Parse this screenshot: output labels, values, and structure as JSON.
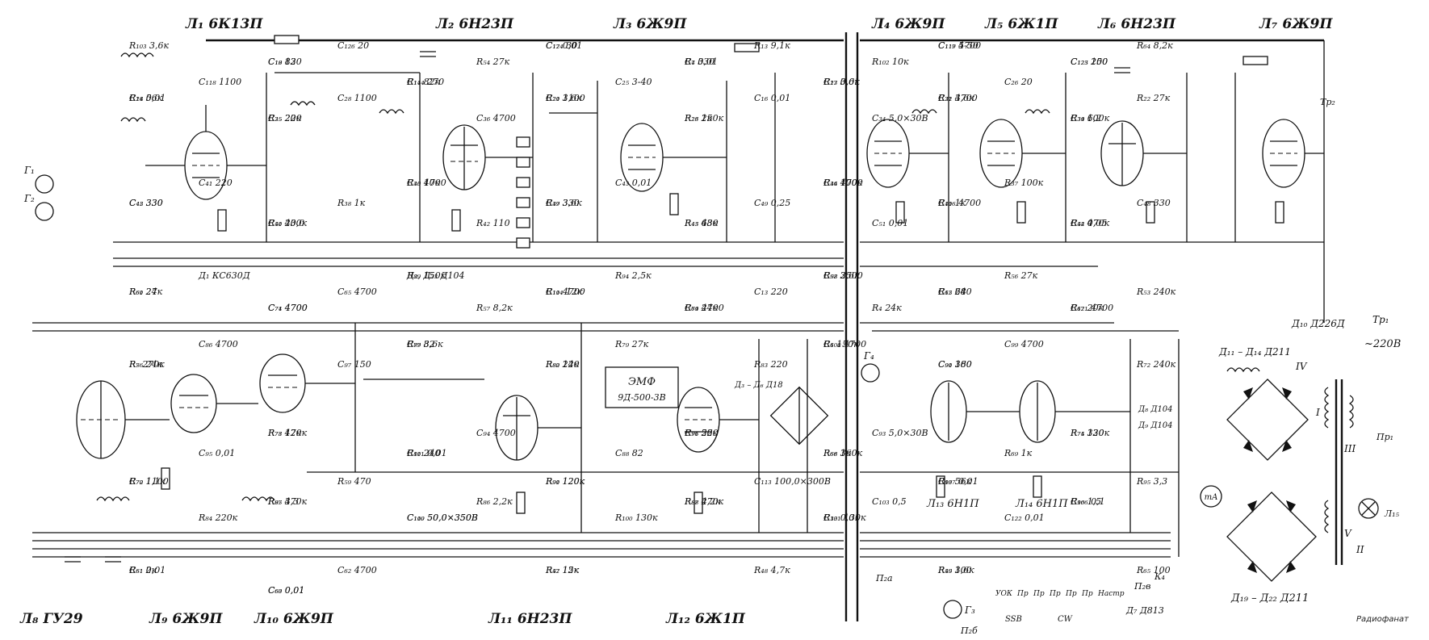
{
  "tubes_top": [
    {
      "id": "L1",
      "label": "Л₁ 6К13П"
    },
    {
      "id": "L2",
      "label": "Л₂ 6Н23П"
    },
    {
      "id": "L3",
      "label": "Л₃ 6Ж9П"
    },
    {
      "id": "L4",
      "label": "Л₄ 6Ж9П"
    },
    {
      "id": "L5",
      "label": "Л₅ 6Ж1П"
    },
    {
      "id": "L6",
      "label": "Л₆ 6Н23П"
    },
    {
      "id": "L7",
      "label": "Л₇ 6Ж9П"
    }
  ],
  "tubes_bottom": [
    {
      "id": "L8",
      "label": "Л₈ ГУ29"
    },
    {
      "id": "L9",
      "label": "Л₉ 6Ж9П"
    },
    {
      "id": "L10",
      "label": "Л₁₀ 6Ж9П"
    },
    {
      "id": "L11",
      "label": "Л₁₁ 6Н23П"
    },
    {
      "id": "L12",
      "label": "Л₁₂ 6Ж1П"
    }
  ],
  "tubes_inner": [
    {
      "id": "L13",
      "label": "Л₁₃ 6Н1П"
    },
    {
      "id": "L14",
      "label": "Л₁₄ 6Н1П"
    }
  ],
  "components": [
    "R₁₀₃ 3,6к",
    "C₁₂₆ 20",
    "C₁₇ 0,01",
    "C₁₂₄ 30",
    "R₁₃ 9,1к",
    "C₁₁₇ 5-50",
    "C₁₁₉ 4700",
    "R₆₄ 8,2к",
    "C₁₉ 130",
    "C₁₈ 82",
    "R₅₄ 27к",
    "R₇ 330",
    "C₄ 0,01",
    "R₁₀₂ 10к",
    "C₁₂₅ 200",
    "C₁₂₃ 150",
    "C₁₁₈ 1100",
    "C₁₁₄ 270",
    "R₁₄ 82к",
    "C₂₅ 3-40",
    "C₂₃ 0,01",
    "R₁₇ 3,6к",
    "C₂₆ 20",
    "C₂₄ 0,01",
    "R₁₈ 56к",
    "C₂₈ 1100",
    "C₂₁ 1100",
    "R₂₀ 3,6к",
    "C₁₆ 0,01",
    "R₂₁ 3,6к",
    "C₃₂ 4700",
    "R₂₂ 27к",
    "R₂₅ 20к",
    "C₃₅ 220",
    "C₃₆ 4700",
    "R₂₆ 2к",
    "R₂₃ 150к",
    "C₃₄ 5,0×30В",
    "R₃₄ 100к",
    "C₃₉ 6,2",
    "C₄₁ 220",
    "C₄₀ 4700",
    "R₃₅ 10к",
    "C₄₃ 0,01",
    "C₄₄ 4700",
    "R₃₆ 100к",
    "R₃₇ 100к",
    "C₄₅ 330",
    "C₄₂ 330",
    "R₃₈ 1к",
    "C₄₇ 330",
    "R₃₉ 3,6к",
    "C₄₉ 0,25",
    "C₁₁₆ 4700",
    "R₄₀ 1к",
    "C₄₈ 330",
    "C₅₀ 20,0",
    "R₄₁ 430к",
    "R₄₂ 110",
    "R₄₃ 680",
    "R₄₅ 43к",
    "C₅₁ 0,01",
    "R₄₄ 470к",
    "C₅₂ 0,05",
    "Д₁ КС630Д",
    "Д₂, Д₂₃ Д104",
    "R₈₉ 150к",
    "R₉₄ 2,5к",
    "R₉₂ 3,6к",
    "C₅₈ 2500",
    "R₅₆ 27к",
    "R₆₀ 24",
    "R₆₁ 27к",
    "C₆₅ 4700",
    "C₁₁ 4700",
    "R₁₀₄ 12к",
    "C₁₃ 220",
    "R₆₂ 240",
    "C₁₅ 68",
    "R₅₃ 240к",
    "C₇₁ 4700",
    "C₇₄ 4700",
    "R₅₇ 8,2к",
    "R₆₄ 24к",
    "C₇₉ 4700",
    "R₄ 24к",
    "C₁₂₁ 4700",
    "R₆₇ 20к",
    "C₈₆ 4700",
    "C₈₉ 82",
    "R₇₇ 3,6к",
    "R₇₉ 27к",
    "C₁₀₀ 4700",
    "R₆ 150к",
    "C₉₉ 4700",
    "R₇₆ 24к",
    "R₅ 270к",
    "C₉₇ 150",
    "R₈₀ 240",
    "R₈₂ 12к",
    "R₈₃ 220",
    "C₉₀ 180",
    "C₉₁ 360",
    "R₇₂ 240к",
    "R₇₃ 47к",
    "R₇₈ 120к",
    "C₉₄ 4700",
    "C₉₆ 220",
    "R₇₁ 56к",
    "C₉₃ 5,0×30В",
    "R₇₄ 120к",
    "R₇₅ 330",
    "C₉₅ 0,01",
    "C₁₀₁ 0,01",
    "R₈₁ 240",
    "C₈₈ 82",
    "R₆₆ 360к",
    "R₆₈ 1к",
    "R₆₉ 1к",
    "R₇₀ 1,1к",
    "C₇₂ 1100",
    "R₅₉ 470",
    "R₉₀ 120к",
    "R₉₁ 120к",
    "C₁₁₃ 100,0×300В",
    "R₉₃ 56к",
    "C₁₀₇ 0,01",
    "R₉₅ 3,3",
    "R₉₇ 3,3",
    "R₈₅ 470к",
    "R₈₆ 2,2к",
    "R₈₇ 2,2к",
    "R₈₈ 470к",
    "C₁₀₃ 0,5",
    "C₁₀₆ 0,1",
    "R₉₆ 1,5",
    "R₈₄ 220к",
    "C₁₀₉ 50,0×350В",
    "C₁₁₀ 50,0×350В",
    "R₁₀₀ 130к",
    "R₁₀₁ 130к",
    "C₃₃ 0,01",
    "C₁₂₂ 0,01",
    "C₆₁ 0,01",
    "R₅₁ 2к",
    "C₆₂ 4700",
    "R₄₇ 12к",
    "R₅₂ 15к",
    "R₄₈ 4,7к",
    "R₄₉ 3,6к",
    "R₅₅ 100",
    "R₆₅ 100",
    "C₆₀ 0,01",
    "C₆₃ 0,01"
  ],
  "diodes_power": [
    {
      "label": "Д₁₀ Д226Д"
    },
    {
      "label": "Д₁₁ – Д₁₄ Д211"
    },
    {
      "label": "Д₁₉ – Д₂₂ Д211"
    },
    {
      "label": "Д₇ Д813"
    },
    {
      "label": "Д₈ Д104"
    },
    {
      "label": "Д₉ Д104"
    },
    {
      "label": "Д₃ – Д₆ Д18"
    }
  ],
  "emf_block": {
    "title": "ЭМФ",
    "model": "9Д-500-3В"
  },
  "power": {
    "mains": "~220В",
    "transformer": "Тр₁",
    "transformer2": "Тр₂",
    "fuse": "Пр₁",
    "lamp": "Л₁₅",
    "winding1": "I",
    "winding2": "II",
    "winding3": "III",
    "winding4": "IV",
    "winding5": "V"
  },
  "switch_labels": [
    "П₂а",
    "П₂б",
    "УОК",
    "Пр",
    "Пр",
    "Пр",
    "Пр",
    "Пр",
    "Настр",
    "SSB",
    "CW",
    "К₄",
    "П₂в"
  ],
  "instruments": [
    "Г₁",
    "Г₂",
    "Г₃",
    "Г₄",
    "mA"
  ],
  "watermark": "Радиофанат"
}
